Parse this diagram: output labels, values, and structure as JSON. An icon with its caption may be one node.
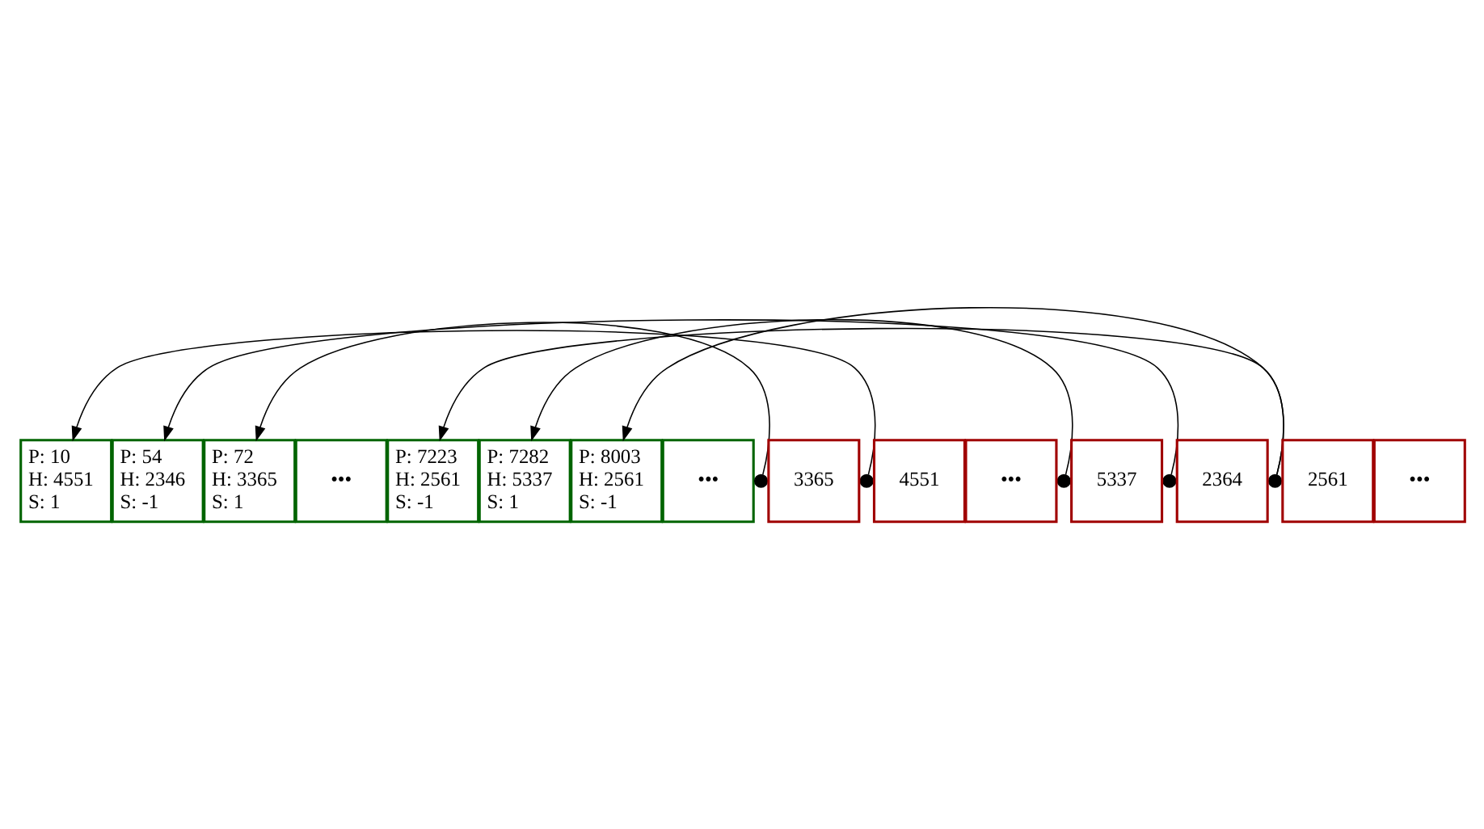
{
  "diagram": {
    "nodes": [
      {
        "text": [
          "P: 10",
          "H: 4551",
          "S: 1"
        ]
      },
      {
        "text": [
          "P: 54",
          "H: 2346",
          "S: -1"
        ]
      },
      {
        "text": [
          "P: 72",
          "H: 3365",
          "S: 1"
        ]
      },
      {
        "text": [
          "•••"
        ]
      },
      {
        "text": [
          "P: 7223",
          "H: 2561",
          "S: -1"
        ]
      },
      {
        "text": [
          "P: 7282",
          "H: 5337",
          "S: 1"
        ]
      },
      {
        "text": [
          "P: 8003",
          "H: 2561",
          "S: -1"
        ]
      },
      {
        "text": [
          "•••"
        ]
      },
      {
        "text": [],
        "shape": "circle"
      },
      {
        "text": [],
        "shape": "circle"
      },
      {
        "text": [],
        "shape": "circle"
      },
      {
        "text": [],
        "shape": "circle"
      },
      {
        "text": [],
        "shape": "circle"
      },
      {
        "text": [
          "3365"
        ]
      },
      {
        "text": [
          "4551"
        ]
      },
      {
        "text": [
          "•••"
        ]
      },
      {
        "text": [
          "5337"
        ]
      },
      {
        "text": [
          "2364"
        ]
      },
      {
        "text": [
          "2561"
        ]
      },
      {
        "text": [
          "•••"
        ]
      }
    ],
    "edges": [
      {
        "from": 8,
        "to": 2,
        "arrow": "to"
      },
      {
        "from": 9,
        "to": 0,
        "arrow": "to"
      },
      {
        "from": 10,
        "to": 5,
        "arrow": "to"
      },
      {
        "from": 11,
        "to": 1,
        "arrow": "to"
      },
      {
        "from": 12,
        "to": 4,
        "arrow": "to"
      },
      {
        "from": 12,
        "to": 6,
        "arrow": "to"
      }
    ]
  }
}
